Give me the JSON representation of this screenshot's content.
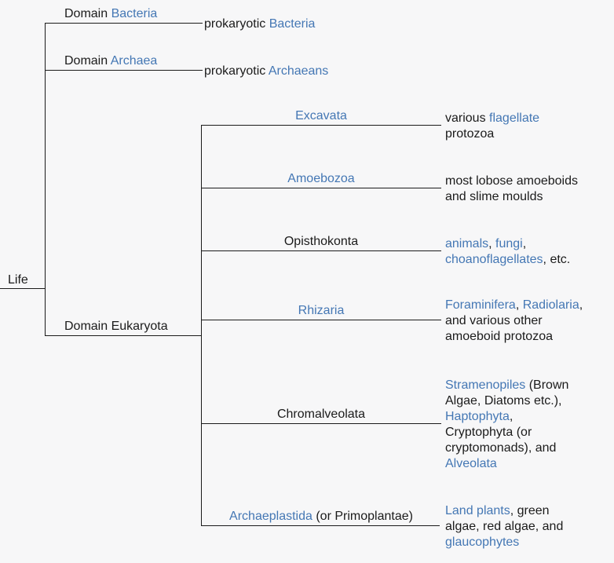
{
  "colors": {
    "background": "#f7f7f8",
    "text": "#1b1b1b",
    "line": "#1b1b1b",
    "link": "#4477b4"
  },
  "root": {
    "label": "Life"
  },
  "domains": [
    {
      "name": "bacteria",
      "label": [
        {
          "t": "Domain ",
          "link": false
        },
        {
          "t": "Bacteria",
          "link": true
        }
      ],
      "desc": [
        [
          {
            "t": "prokaryotic ",
            "link": false
          },
          {
            "t": "Bacteria",
            "link": true
          }
        ]
      ]
    },
    {
      "name": "archaea",
      "label": [
        {
          "t": "Domain ",
          "link": false
        },
        {
          "t": "Archaea",
          "link": true
        }
      ],
      "desc": [
        [
          {
            "t": "prokaryotic ",
            "link": false
          },
          {
            "t": "Archaeans",
            "link": true
          }
        ]
      ]
    },
    {
      "name": "eukaryota",
      "label": [
        {
          "t": "Domain Eukaryota",
          "link": false
        }
      ],
      "desc": []
    }
  ],
  "clades": [
    {
      "name": "excavata",
      "label": [
        {
          "t": "Excavata",
          "link": true
        }
      ],
      "desc": [
        [
          {
            "t": "various ",
            "link": false
          },
          {
            "t": "flagellate",
            "link": true
          }
        ],
        [
          {
            "t": "protozoa",
            "link": false
          }
        ]
      ]
    },
    {
      "name": "amoebozoa",
      "label": [
        {
          "t": "Amoebozoa",
          "link": true
        }
      ],
      "desc": [
        [
          {
            "t": "most lobose amoeboids",
            "link": false
          }
        ],
        [
          {
            "t": "and slime moulds",
            "link": false
          }
        ]
      ]
    },
    {
      "name": "opisthokonta",
      "label": [
        {
          "t": "Opisthokonta",
          "link": false
        }
      ],
      "desc": [
        [
          {
            "t": "animals",
            "link": true
          },
          {
            "t": ", ",
            "link": false
          },
          {
            "t": "fungi",
            "link": true
          },
          {
            "t": ",",
            "link": false
          }
        ],
        [
          {
            "t": "choanoflagellates",
            "link": true
          },
          {
            "t": ", etc.",
            "link": false
          }
        ]
      ]
    },
    {
      "name": "rhizaria",
      "label": [
        {
          "t": "Rhizaria",
          "link": true
        }
      ],
      "desc": [
        [
          {
            "t": "Foraminifera",
            "link": true
          },
          {
            "t": ", ",
            "link": false
          },
          {
            "t": "Radiolaria",
            "link": true
          },
          {
            "t": ",",
            "link": false
          }
        ],
        [
          {
            "t": "and various other",
            "link": false
          }
        ],
        [
          {
            "t": "amoeboid protozoa",
            "link": false
          }
        ]
      ]
    },
    {
      "name": "chromalveolata",
      "label": [
        {
          "t": "Chromalveolata",
          "link": false
        }
      ],
      "desc": [
        [
          {
            "t": "Stramenopiles",
            "link": true
          },
          {
            "t": " (Brown",
            "link": false
          }
        ],
        [
          {
            "t": "Algae, Diatoms etc.),",
            "link": false
          }
        ],
        [
          {
            "t": "Haptophyta",
            "link": true
          },
          {
            "t": ",",
            "link": false
          }
        ],
        [
          {
            "t": "Cryptophyta (or",
            "link": false
          }
        ],
        [
          {
            "t": "cryptomonads), and",
            "link": false
          }
        ],
        [
          {
            "t": "Alveolata",
            "link": true
          }
        ]
      ]
    },
    {
      "name": "archaeplastida",
      "label": [
        {
          "t": "Archaeplastida",
          "link": true
        },
        {
          "t": " (or Primoplantae)",
          "link": false
        }
      ],
      "desc": [
        [
          {
            "t": "Land plants",
            "link": true
          },
          {
            "t": ", green",
            "link": false
          }
        ],
        [
          {
            "t": "algae, red algae, and",
            "link": false
          }
        ],
        [
          {
            "t": "glaucophytes",
            "link": true
          }
        ]
      ]
    }
  ]
}
